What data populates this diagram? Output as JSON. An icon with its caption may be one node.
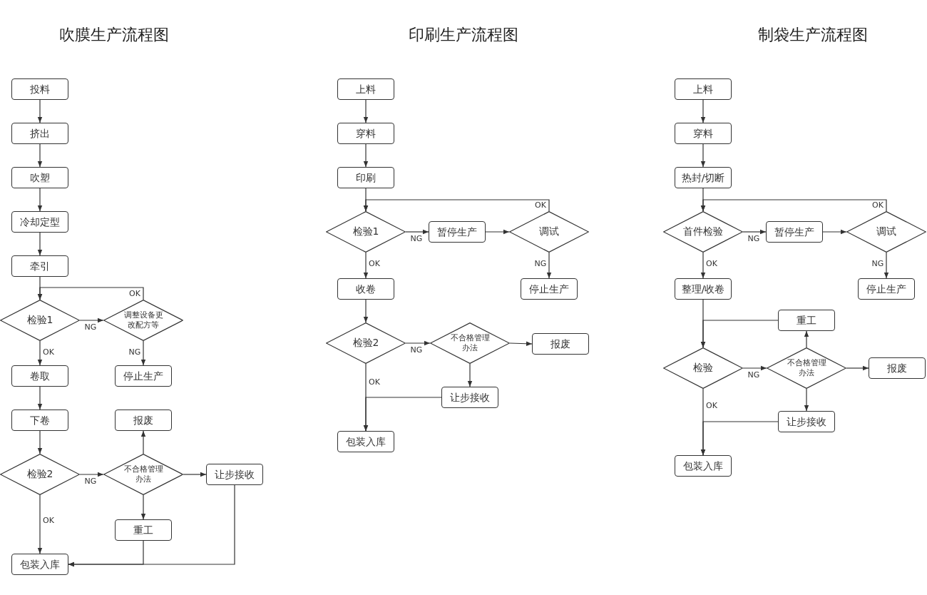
{
  "diagram": {
    "nodes": [
      {
        "text": [
          "投料"
        ]
      },
      {
        "text": [
          "挤出"
        ]
      },
      {
        "text": [
          "吹塑"
        ]
      },
      {
        "text": [
          "冷却定型"
        ]
      },
      {
        "text": [
          "牵引"
        ]
      },
      {
        "text": [
          "检验1"
        ]
      },
      {
        "text": [
          "调整设备更改配方等"
        ]
      },
      {
        "text": [
          "卷取"
        ]
      },
      {
        "text": [
          "停止生产"
        ]
      },
      {
        "text": [
          "下卷"
        ]
      },
      {
        "text": [
          "报废"
        ]
      },
      {
        "text": [
          "检验2"
        ]
      },
      {
        "text": [
          "不合格管理办法"
        ]
      },
      {
        "text": [
          "让步接收"
        ]
      },
      {
        "text": [
          "重工"
        ]
      },
      {
        "text": [
          "包装入库"
        ]
      },
      {
        "text": [
          "上料"
        ]
      },
      {
        "text": [
          "穿料"
        ]
      },
      {
        "text": [
          "印刷"
        ]
      },
      {
        "text": [
          "检验1"
        ]
      },
      {
        "text": [
          "暂停生产"
        ]
      },
      {
        "text": [
          "调试"
        ]
      },
      {
        "text": [
          "收卷"
        ]
      },
      {
        "text": [
          "停止生产"
        ]
      },
      {
        "text": [
          "检验2"
        ]
      },
      {
        "text": [
          "不合格管理办法"
        ]
      },
      {
        "text": [
          "报废"
        ]
      },
      {
        "text": [
          "让步接收"
        ]
      },
      {
        "text": [
          "包装入库"
        ]
      },
      {
        "text": [
          "上料"
        ]
      },
      {
        "text": [
          "穿料"
        ]
      },
      {
        "text": [
          "热封/切断"
        ]
      },
      {
        "text": [
          "首件检验"
        ]
      },
      {
        "text": [
          "暂停生产"
        ]
      },
      {
        "text": [
          "调试"
        ]
      },
      {
        "text": [
          "整理/收卷"
        ]
      },
      {
        "text": [
          "停止生产"
        ]
      },
      {
        "text": [
          "重工"
        ]
      },
      {
        "text": [
          "检验"
        ]
      },
      {
        "text": [
          "不合格管理办法"
        ]
      },
      {
        "text": [
          "报废"
        ]
      },
      {
        "text": [
          "让步接收"
        ]
      },
      {
        "text": [
          "包装入库"
        ]
      }
    ],
    "edges": [
      {
        "from": 0,
        "to": 1,
        "arrow": "to"
      },
      {
        "from": 1,
        "to": 2,
        "arrow": "to"
      },
      {
        "from": 2,
        "to": 3,
        "arrow": "to"
      },
      {
        "from": 3,
        "to": 4,
        "arrow": "to"
      },
      {
        "from": 4,
        "to": 5,
        "arrow": "to"
      },
      {
        "from": 5,
        "to": 6,
        "arrow": "to",
        "label": "NG"
      },
      {
        "from": 6,
        "to": 5,
        "arrow": "to",
        "label": "OK"
      },
      {
        "from": 5,
        "to": 7,
        "arrow": "to",
        "label": "OK"
      },
      {
        "from": 6,
        "to": 8,
        "arrow": "to",
        "label": "NG"
      },
      {
        "from": 7,
        "to": 9,
        "arrow": "to"
      },
      {
        "from": 9,
        "to": 11,
        "arrow": "to"
      },
      {
        "from": 11,
        "to": 12,
        "arrow": "to",
        "label": "NG"
      },
      {
        "from": 12,
        "to": 10,
        "arrow": "to"
      },
      {
        "from": 12,
        "to": 13,
        "arrow": "to"
      },
      {
        "from": 12,
        "to": 14,
        "arrow": "to"
      },
      {
        "from": 11,
        "to": 15,
        "arrow": "to",
        "label": "OK"
      },
      {
        "from": 14,
        "to": 15,
        "arrow": "to"
      },
      {
        "from": 13,
        "to": 15,
        "arrow": "to"
      },
      {
        "from": 16,
        "to": 17,
        "arrow": "to"
      },
      {
        "from": 17,
        "to": 18,
        "arrow": "to"
      },
      {
        "from": 18,
        "to": 19,
        "arrow": "to"
      },
      {
        "from": 19,
        "to": 20,
        "arrow": "to",
        "label": "NG"
      },
      {
        "from": 20,
        "to": 21,
        "arrow": "to"
      },
      {
        "from": 21,
        "to": 19,
        "arrow": "to",
        "label": "OK"
      },
      {
        "from": 19,
        "to": 22,
        "arrow": "to",
        "label": "OK"
      },
      {
        "from": 21,
        "to": 23,
        "arrow": "to",
        "label": "NG"
      },
      {
        "from": 22,
        "to": 24,
        "arrow": "to"
      },
      {
        "from": 24,
        "to": 25,
        "arrow": "to",
        "label": "NG"
      },
      {
        "from": 25,
        "to": 26,
        "arrow": "to"
      },
      {
        "from": 25,
        "to": 27,
        "arrow": "to"
      },
      {
        "from": 27,
        "to": 28,
        "arrow": "to"
      },
      {
        "from": 24,
        "to": 28,
        "arrow": "to",
        "label": "OK"
      },
      {
        "from": 29,
        "to": 30,
        "arrow": "to"
      },
      {
        "from": 30,
        "to": 31,
        "arrow": "to"
      },
      {
        "from": 31,
        "to": 32,
        "arrow": "to"
      },
      {
        "from": 32,
        "to": 33,
        "arrow": "to",
        "label": "NG"
      },
      {
        "from": 33,
        "to": 34,
        "arrow": "to"
      },
      {
        "from": 34,
        "to": 32,
        "arrow": "to",
        "label": "OK"
      },
      {
        "from": 32,
        "to": 35,
        "arrow": "to",
        "label": "OK"
      },
      {
        "from": 34,
        "to": 36,
        "arrow": "to",
        "label": "NG"
      },
      {
        "from": 35,
        "to": 38,
        "arrow": "to"
      },
      {
        "from": 38,
        "to": 39,
        "arrow": "to",
        "label": "NG"
      },
      {
        "from": 39,
        "to": 37,
        "arrow": "to"
      },
      {
        "from": 37,
        "to": 38,
        "arrow": "to"
      },
      {
        "from": 39,
        "to": 40,
        "arrow": "to"
      },
      {
        "from": 39,
        "to": 41,
        "arrow": "to"
      },
      {
        "from": 41,
        "to": 42,
        "arrow": "to"
      },
      {
        "from": 38,
        "to": 42,
        "arrow": "to",
        "label": "OK"
      }
    ],
    "labels": [
      "吹膜生产流程图",
      "印刷生产流程图",
      "制袋生产流程图"
    ]
  }
}
